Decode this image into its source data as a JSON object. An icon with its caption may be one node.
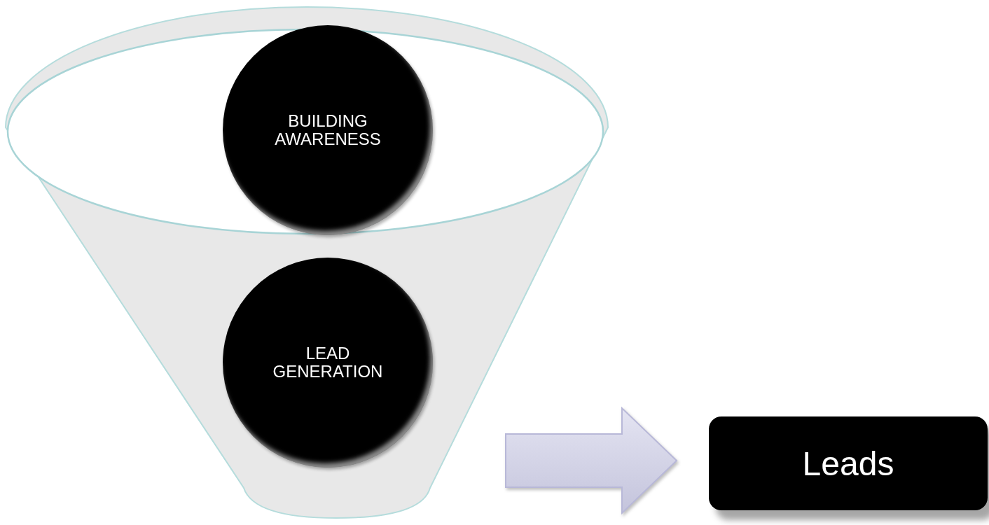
{
  "diagram": {
    "nodes": [
      {
        "text": [],
        "shape": "funnel"
      },
      {
        "text": [
          "BUILDING AWARENESS"
        ],
        "in": 0
      },
      {
        "text": [
          "LEAD GENERATION"
        ],
        "in": 0
      },
      {
        "text": [
          "Leads"
        ]
      }
    ],
    "edges": [
      {
        "from": 0,
        "to": 3,
        "arrow": "to",
        "style": "thick"
      }
    ]
  }
}
